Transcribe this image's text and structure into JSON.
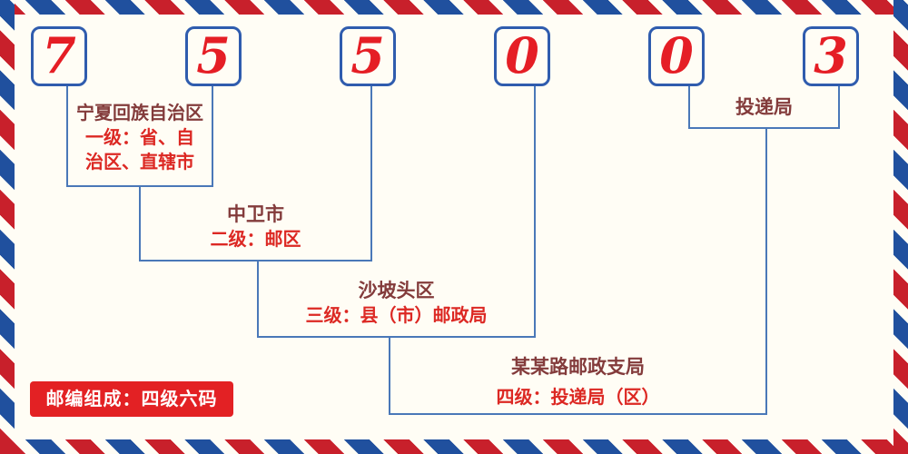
{
  "postal_code": {
    "digits": [
      "7",
      "5",
      "5",
      "0",
      "0",
      "3"
    ]
  },
  "levels": {
    "level1": {
      "place": "宁夏回族自治区",
      "desc_lines": [
        "一级：省、自",
        "治区、直辖市"
      ]
    },
    "level2": {
      "place": "中卫市",
      "desc": "二级：邮区"
    },
    "level3": {
      "place": "沙坡头区",
      "desc": "三级：县（市）邮政局"
    },
    "level4": {
      "place": "某某路邮政支局",
      "desc": "四级：投递局（区）"
    },
    "delivery": {
      "place": "投递局"
    }
  },
  "badge": {
    "text": "邮编组成：四级六码"
  },
  "colors": {
    "page_bg": "#fffdf5",
    "digit_red": "#e51e25",
    "box_border": "#2f5cae",
    "line_blue": "#4a78b8",
    "place_dark_red": "#833b3b",
    "desc_red": "#dc2823",
    "badge_bg": "#e32124",
    "stripe_red": "#c8202b",
    "stripe_blue": "#20509e"
  }
}
